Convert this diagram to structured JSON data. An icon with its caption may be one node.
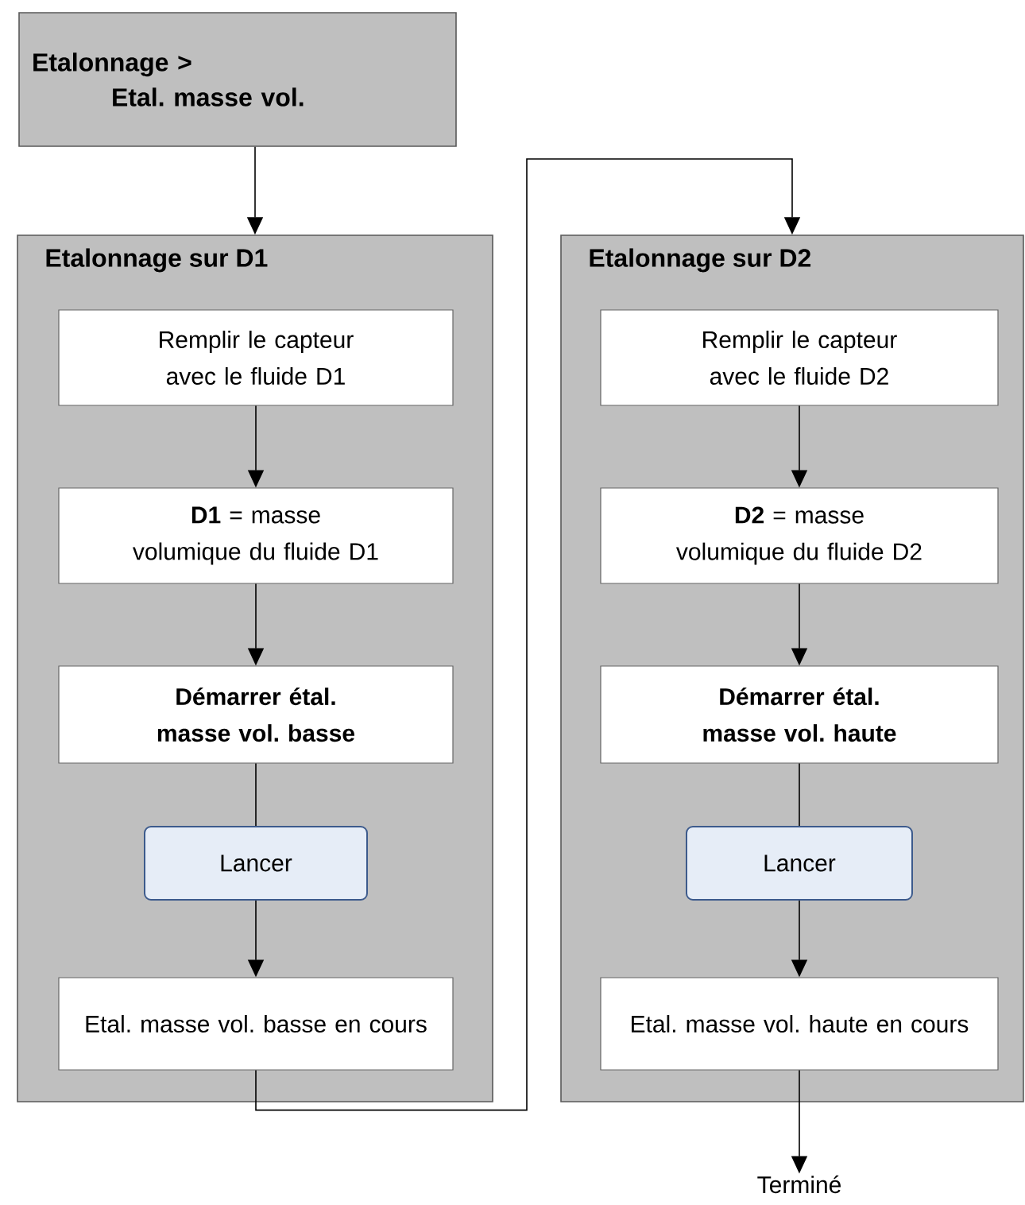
{
  "diagram": {
    "nodes": [
      {
        "text": [
          "Etalonnage >",
          "Etal. masse vol."
        ]
      },
      {
        "text": [
          "Etalonnage sur D1"
        ]
      },
      {
        "text": [
          "Remplir le capteur avec le fluide D1"
        ],
        "in": 1
      },
      {
        "text": [
          "**D1** = masse volumique du fluide D1"
        ],
        "in": 1
      },
      {
        "text": [
          "Démarrer étal. masse vol. basse"
        ],
        "in": 1
      },
      {
        "text": [
          "Lancer"
        ],
        "in": 1
      },
      {
        "text": [
          "Etal. masse vol. basse en cours"
        ],
        "in": 1
      },
      {
        "text": [
          "Etalonnage sur D2"
        ]
      },
      {
        "text": [
          "Remplir le capteur avec le fluide D2"
        ],
        "in": 7
      },
      {
        "text": [
          "**D2** = masse volumique du fluide D2"
        ],
        "in": 7
      },
      {
        "text": [
          "Démarrer étal. masse vol. haute"
        ],
        "in": 7
      },
      {
        "text": [
          "Lancer"
        ],
        "in": 7
      },
      {
        "text": [
          "Etal. masse vol. haute en cours"
        ],
        "in": 7
      },
      {
        "text": [
          "Terminé"
        ]
      }
    ],
    "edges": [
      {
        "from": 0,
        "to": 1,
        "arrow": "to"
      },
      {
        "from": 2,
        "to": 3,
        "arrow": "to"
      },
      {
        "from": 3,
        "to": 4,
        "arrow": "to"
      },
      {
        "from": 4,
        "to": 5,
        "arrow": "none"
      },
      {
        "from": 5,
        "to": 6,
        "arrow": "to"
      },
      {
        "from": 6,
        "to": 7,
        "arrow": "to"
      },
      {
        "from": 8,
        "to": 9,
        "arrow": "to"
      },
      {
        "from": 9,
        "to": 10,
        "arrow": "to"
      },
      {
        "from": 10,
        "to": 11,
        "arrow": "none"
      },
      {
        "from": 11,
        "to": 12,
        "arrow": "to"
      },
      {
        "from": 12,
        "to": 13,
        "arrow": "to"
      }
    ]
  }
}
